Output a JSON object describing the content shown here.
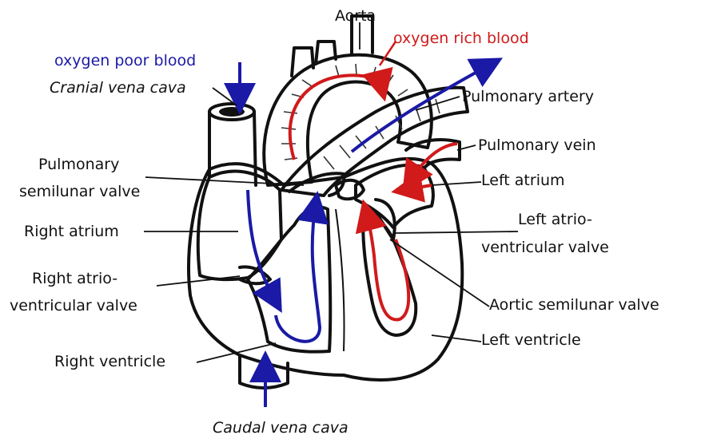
{
  "labels": {
    "aorta": "Aorta",
    "oxygen_rich_blood": "oxygen rich blood",
    "oxygen_poor_blood": "oxygen poor blood",
    "cranial_vena_cava": "Cranial vena cava",
    "pulmonary_artery": "Pulmonary artery",
    "pulmonary_vein": "Pulmonary vein",
    "pulmonary_semilunar_valve_line1": "Pulmonary",
    "pulmonary_semilunar_valve_line2": "semilunar valve",
    "left_atrium": "Left atrium",
    "right_atrium": "Right atrium",
    "left_av_valve_line1": "Left atrio-",
    "left_av_valve_line2": "ventricular valve",
    "right_av_valve_line1": "Right atrio-",
    "right_av_valve_line2": "ventricular valve",
    "aortic_semilunar_valve": "Aortic semilunar valve",
    "left_ventricle": "Left ventricle",
    "right_ventricle": "Right ventricle",
    "caudal_vena_cava": "Caudal vena cava"
  },
  "colors": {
    "oxygen_poor": "#1a1aa6",
    "oxygen_rich": "#d11a1a",
    "outline": "#111111",
    "stipple": "#444444"
  }
}
